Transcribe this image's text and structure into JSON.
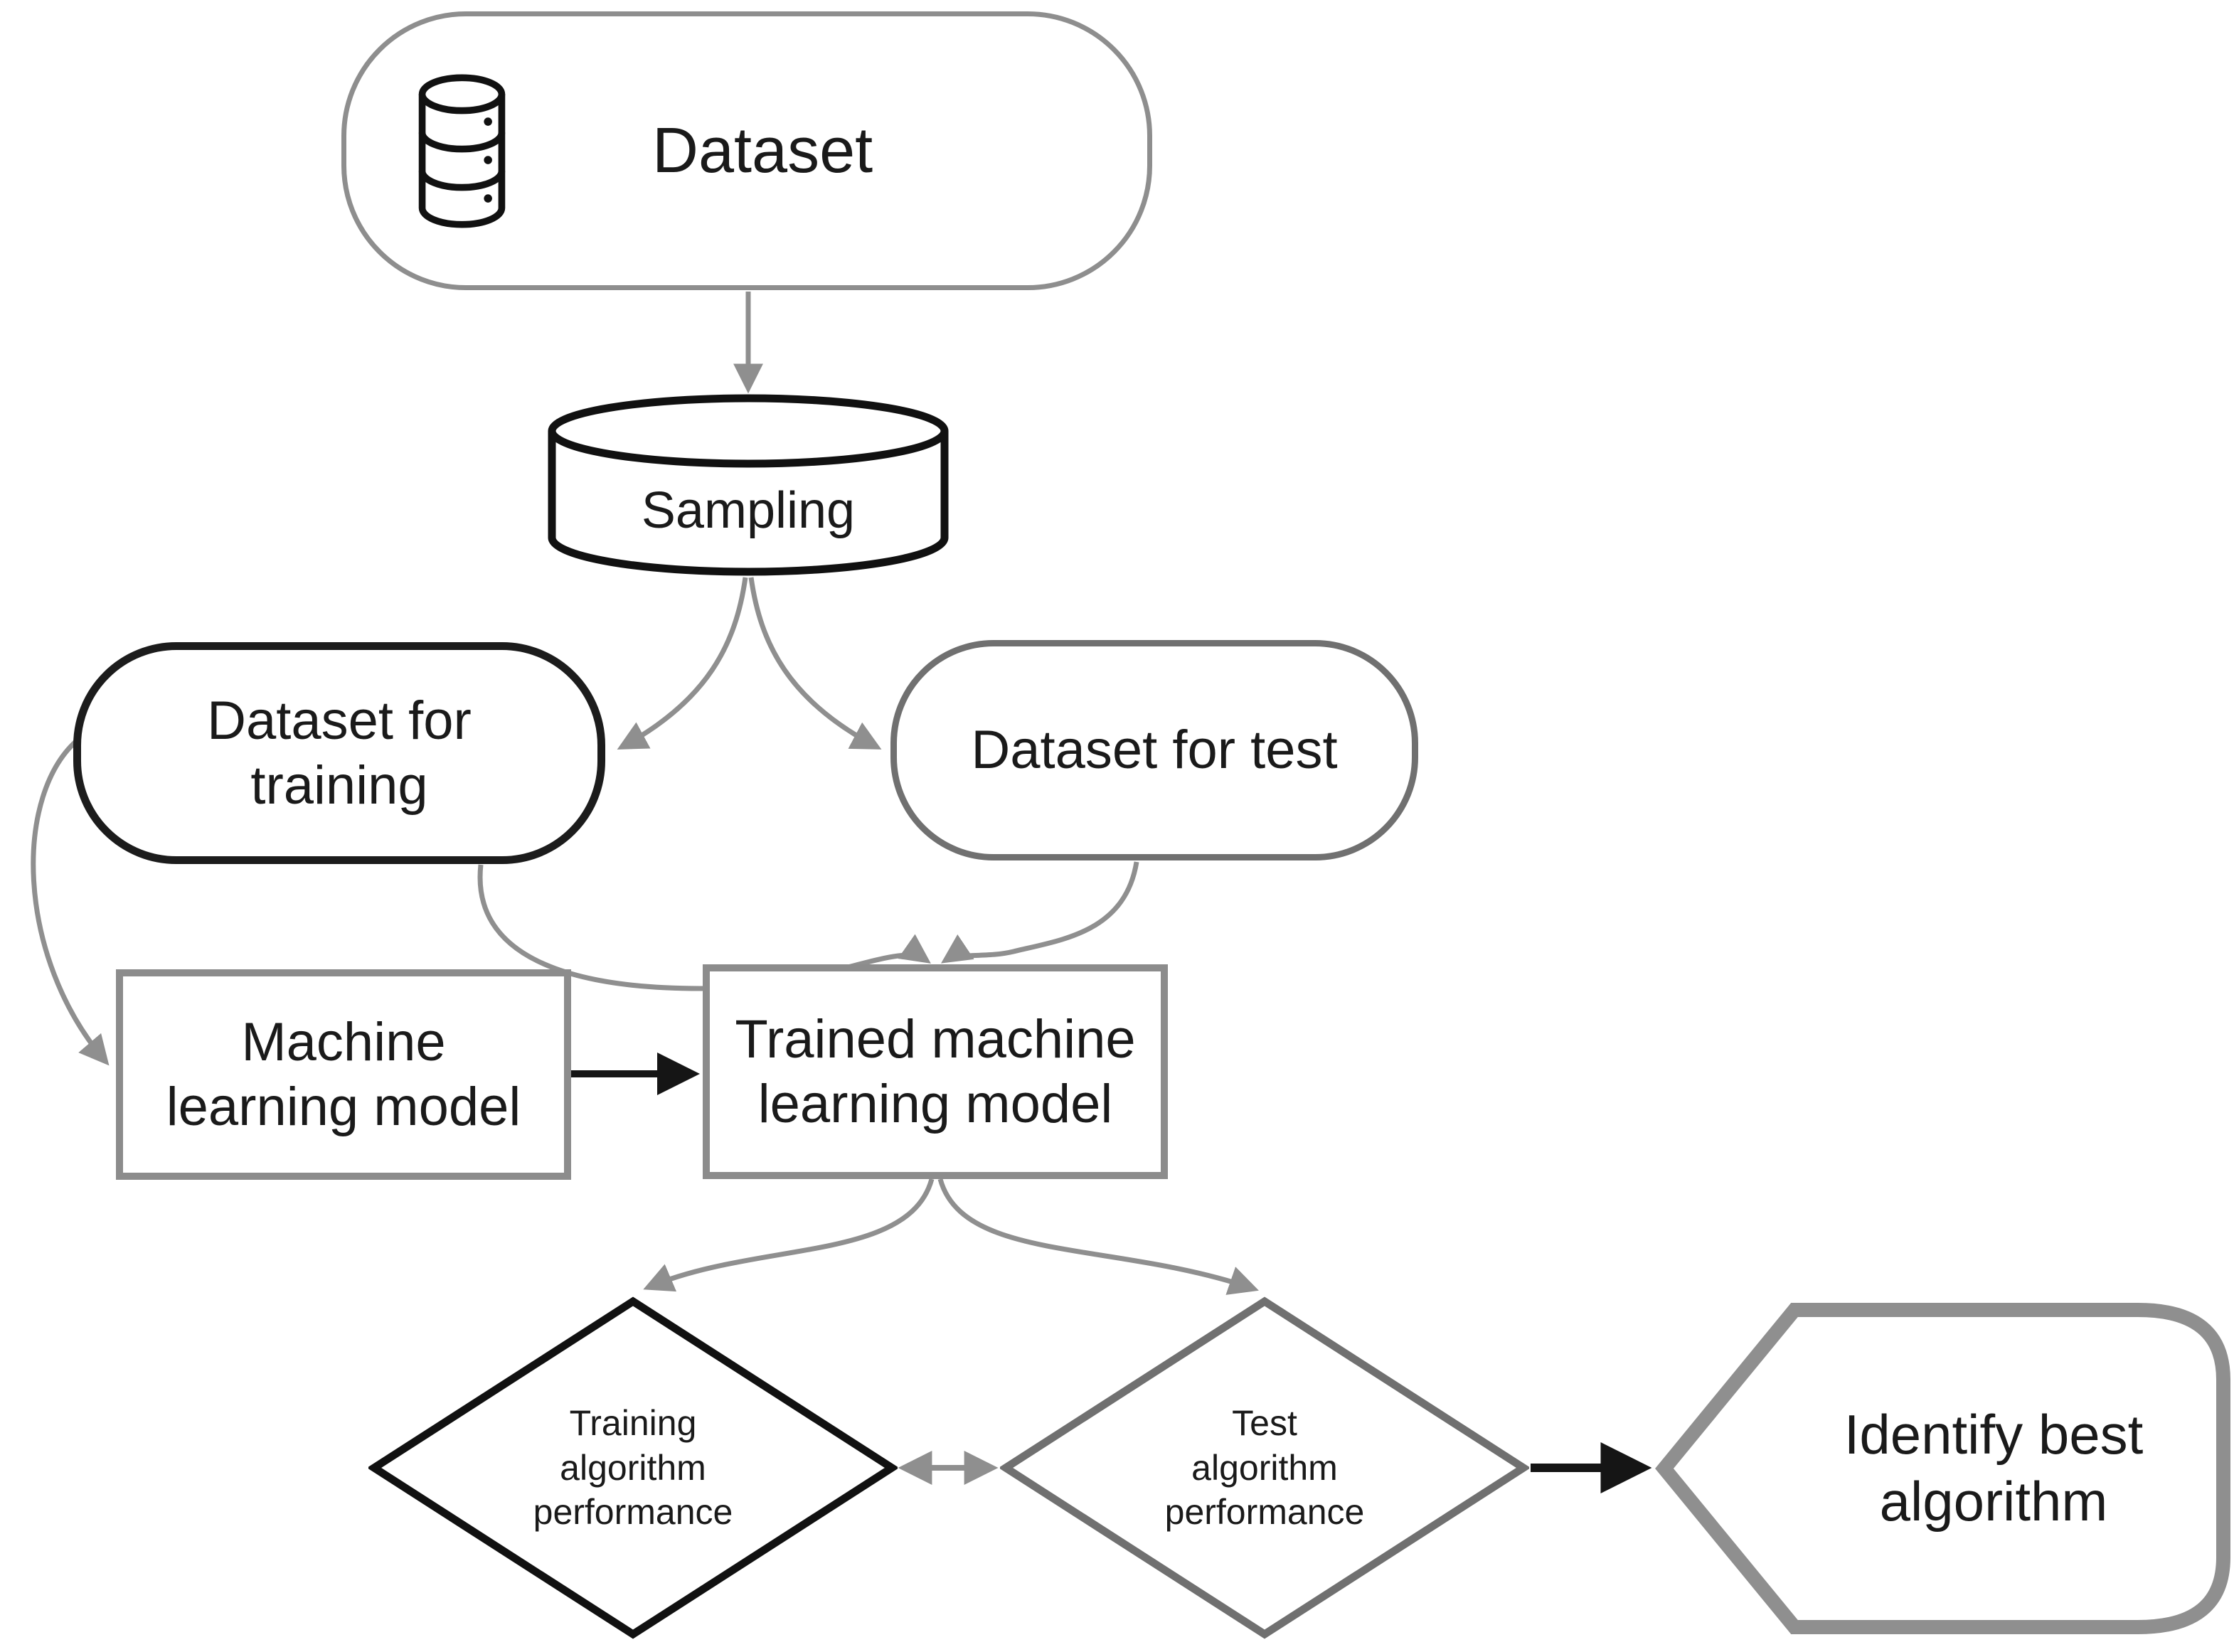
{
  "nodes": {
    "dataset": {
      "label": "Dataset",
      "shape": "rounded-capsule",
      "outline": "#8e8e8e",
      "icon": "database-icon"
    },
    "sampling": {
      "label": "Sampling",
      "shape": "cylinder",
      "outline": "#111111"
    },
    "training_data": {
      "label": "Dataset for\ntraining",
      "shape": "rounded-capsule",
      "outline": "#1c1c1c"
    },
    "test_data": {
      "label": "Dataset for test",
      "shape": "rounded-capsule",
      "outline": "#707070"
    },
    "ml_model": {
      "label": "Machine\nlearning model",
      "shape": "rectangle",
      "outline": "#8c8c8c"
    },
    "trained_model": {
      "label": "Trained machine\nlearning model",
      "shape": "rectangle",
      "outline": "#8c8c8c"
    },
    "training_perf": {
      "label": "Training\nalgorithm\nperformance",
      "shape": "diamond",
      "outline": "#111111"
    },
    "test_perf": {
      "label": "Test\nalgorithm\nperformance",
      "shape": "diamond",
      "outline": "#707070"
    },
    "identify_best": {
      "label": "Identify best\nalgorithm",
      "shape": "pointed-hexagon",
      "outline": "#8f8f8f"
    }
  },
  "edges": [
    {
      "from": "dataset",
      "to": "sampling",
      "style": "gray"
    },
    {
      "from": "sampling",
      "to": "training_data",
      "style": "gray"
    },
    {
      "from": "sampling",
      "to": "test_data",
      "style": "gray"
    },
    {
      "from": "training_data",
      "to": "ml_model",
      "style": "gray"
    },
    {
      "from": "training_data",
      "to": "trained_model",
      "style": "gray"
    },
    {
      "from": "test_data",
      "to": "trained_model",
      "style": "gray"
    },
    {
      "from": "ml_model",
      "to": "trained_model",
      "style": "black"
    },
    {
      "from": "trained_model",
      "to": "training_perf",
      "style": "gray"
    },
    {
      "from": "trained_model",
      "to": "test_perf",
      "style": "gray"
    },
    {
      "from": "training_perf",
      "to": "test_perf",
      "style": "gray",
      "bidirectional": true
    },
    {
      "from": "test_perf",
      "to": "identify_best",
      "style": "black"
    }
  ],
  "colors": {
    "background": "#ffffff",
    "text": "#1a1a1a",
    "black_outline": "#111111",
    "gray_outline": "#8e8e8e",
    "medium_gray_outline": "#707070",
    "hexagon_outline": "#8f8f8f",
    "connector_gray": "#8f8f8f",
    "connector_black": "#151515"
  },
  "icons": {
    "dataset": "database-icon"
  }
}
